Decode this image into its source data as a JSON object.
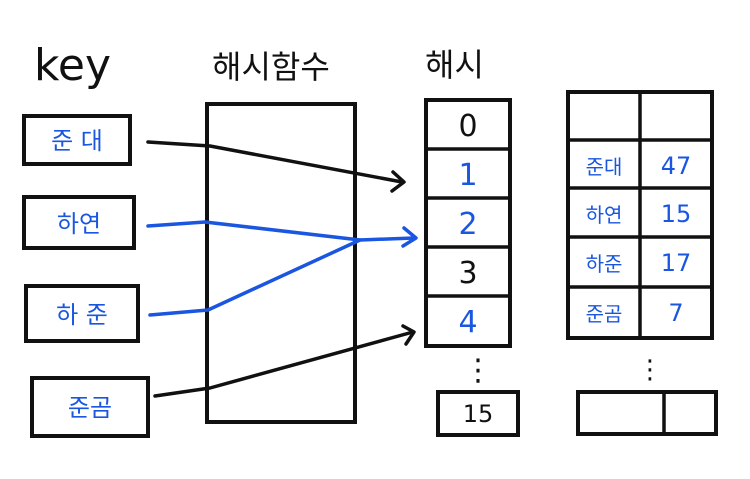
{
  "headers": {
    "key": "key",
    "hash_function": "해시함수",
    "hash": "해시"
  },
  "keys": [
    {
      "label": "준 대",
      "bucket": 1,
      "highlight": false
    },
    {
      "label": "하연",
      "bucket": 2,
      "highlight": true
    },
    {
      "label": "하 준",
      "bucket": 2,
      "highlight": true
    },
    {
      "label": "준곰",
      "bucket": 4,
      "highlight": false
    }
  ],
  "buckets": [
    {
      "label": "0",
      "color": "#111111"
    },
    {
      "label": "1",
      "color": "#1a56e0"
    },
    {
      "label": "2",
      "color": "#1a56e0"
    },
    {
      "label": "3",
      "color": "#111111"
    },
    {
      "label": "4",
      "color": "#1a56e0"
    }
  ],
  "bucket_ellipsis": "⋮",
  "bucket_last": "15",
  "table": {
    "rows": [
      {
        "name": "",
        "value": ""
      },
      {
        "name": "준대",
        "value": "47"
      },
      {
        "name": "하연",
        "value": "15"
      },
      {
        "name": "하준",
        "value": "17"
      },
      {
        "name": "준곰",
        "value": "7"
      }
    ],
    "ellipsis": "⋮",
    "last_row": {
      "name": "",
      "value": ""
    }
  },
  "colors": {
    "ink": "#111111",
    "blue": "#1a56e0"
  }
}
